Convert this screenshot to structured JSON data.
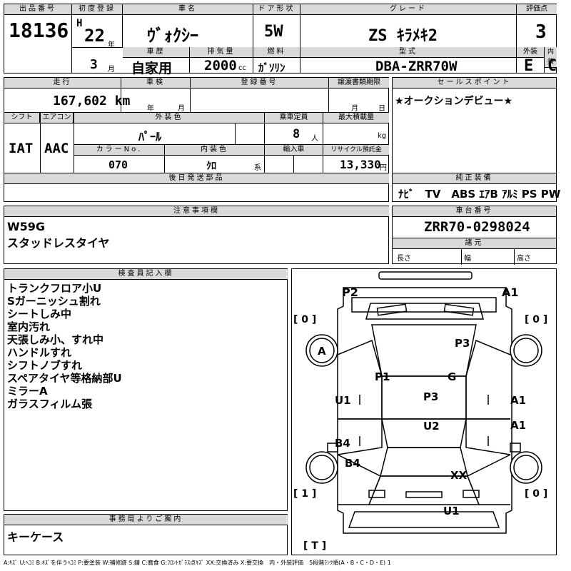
{
  "header": {
    "lot_label": "出品番号",
    "lot_no": "18136",
    "first_reg_label": "初度登録",
    "era": "H",
    "year": "22",
    "year_unit": "年",
    "month": "3",
    "month_unit": "月",
    "car_name_label": "車名",
    "car_name": "ｳﾞｫｸｼｰ",
    "door_label": "ドア形状",
    "door": "5W",
    "grade_label": "グレード",
    "grade": "ZS ｷﾗﾒｷ2",
    "score_label": "評価点",
    "score": "3",
    "history_label": "車歴",
    "history": "自家用",
    "displacement_label": "排気量",
    "displacement": "2000",
    "cc": "cc",
    "fuel_label": "燃料",
    "fuel": "ｶﾞｿﾘﾝ",
    "model_label": "型式",
    "model": "DBA-ZRR70W",
    "exterior_label": "外装",
    "exterior": "E",
    "interior_label": "内装",
    "interior": "C"
  },
  "details": {
    "mileage_label": "走行",
    "mileage": "167,602 km",
    "inspection_label": "車検",
    "ins_year_unit": "年",
    "ins_month_unit": "月",
    "reg_no_label": "登録番号",
    "transfer_label": "譲渡書類期限",
    "tr_month_unit": "月",
    "tr_day_unit": "日",
    "shift_label": "シフト",
    "shift": "IAT",
    "aircon_label": "エアコン",
    "aircon": "AAC",
    "color_label": "外装色",
    "color": "ﾊﾟｰﾙ",
    "capacity_label": "乗車定員",
    "capacity": "8",
    "capacity_unit": "人",
    "max_load_label": "最大積載量",
    "kg": "kg",
    "color_no_label": "カラーNo.",
    "color_no": "070",
    "interior_color_label": "内装色",
    "interior_color": "ｸﾛ",
    "interior_color_unit": "系",
    "import_label": "輸入車",
    "recycle_label": "リサイクル預託金",
    "recycle": "13,330",
    "yen": "円",
    "later_parts_label": "後日発送部品"
  },
  "sales": {
    "label": "セールスポイント",
    "text": "★オークションデビュー★"
  },
  "equipment": {
    "label": "純正装備",
    "items": "ﾅﾋﾞ　TV　ABS ｴｱB ｱﾙﾐ PS PW"
  },
  "notes": {
    "label": "注意事項欄",
    "line1": "W59G",
    "line2": "スタッドレスタイヤ"
  },
  "chassis": {
    "label": "車台番号",
    "value": "ZRR70-0298024",
    "spec_label": "諸元",
    "length": "長さ",
    "width": "幅",
    "height": "高さ"
  },
  "inspector": {
    "label": "検査員記入欄",
    "lines": [
      "トランクフロア小U",
      "Sガーニッシュ割れ",
      "シートしみ中",
      "室内汚れ",
      "天張しみ小、すれ中",
      "ハンドルすれ",
      "シフトノブすれ",
      "スペアタイヤ等格納部U",
      "ミラーA",
      "ガラスフィルム張"
    ]
  },
  "office": {
    "label": "事務局よりご案内",
    "text": "キーケース"
  },
  "diagram": {
    "p2": "P2",
    "a1_top": "A1",
    "tire_fl": "[ 0 ]",
    "tire_fr": "[ 0 ]",
    "a_left": "A",
    "p3_top": "P3",
    "p1": "P1",
    "g": "G",
    "u1_left": "U1",
    "a1_right": "A1",
    "p3_mid": "P3",
    "a1_right2": "A1",
    "u2": "U2",
    "b4_1": "B4",
    "b4_2": "B4",
    "xx": "XX",
    "tire_rl": "[ 1 ]",
    "tire_rr": "[ 0 ]",
    "u1_bottom": "U1",
    "spare": "[ T ]"
  },
  "legend": "A:ｷｽﾞ U:ﾍｺﾐ B:ｷｽﾞを伴うﾍｺﾐ P:要塗装 W:補修跡 S:錆 C:腐食 G:ﾌﾛﾝﾄｶﾞﾗｽ点ｷｽﾞ XX:交換済み X:要交換　内・外装評価　5段階ﾗﾝｸ順(A・B・C・D・E) 1"
}
